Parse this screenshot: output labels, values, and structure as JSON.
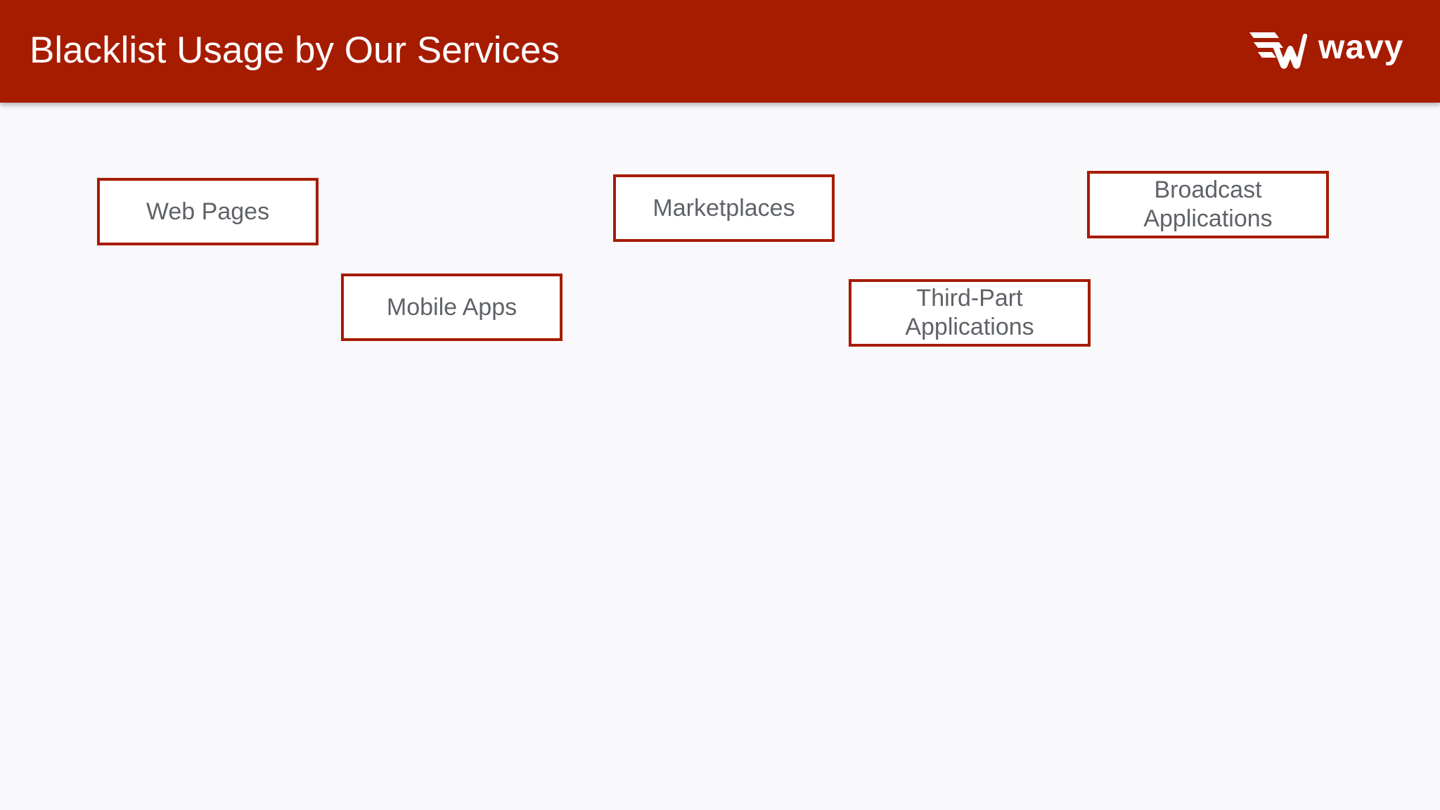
{
  "header": {
    "title": "Blacklist Usage by Our Services",
    "logo_text": "wavy",
    "background_color": "#a61c00"
  },
  "diagram": {
    "box_border_color": "#a61c00",
    "nodes": [
      {
        "label": "Web Pages"
      },
      {
        "label": "Mobile Apps"
      },
      {
        "label": "Marketplaces"
      },
      {
        "label": "Third-Part Applications"
      },
      {
        "label": "Broadcast Applications"
      }
    ]
  }
}
